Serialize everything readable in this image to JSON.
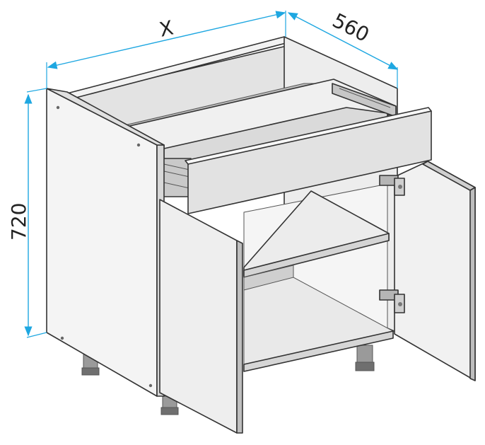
{
  "dimensions": {
    "width_label": "X",
    "depth_label": "560",
    "height_label": "720"
  },
  "colors": {
    "dimension_line": "#1ea7e1",
    "panel_light": "#f3f3f3",
    "panel_mid": "#e6e6e6",
    "panel_dark": "#c9c9c9",
    "edge": "#333333"
  }
}
